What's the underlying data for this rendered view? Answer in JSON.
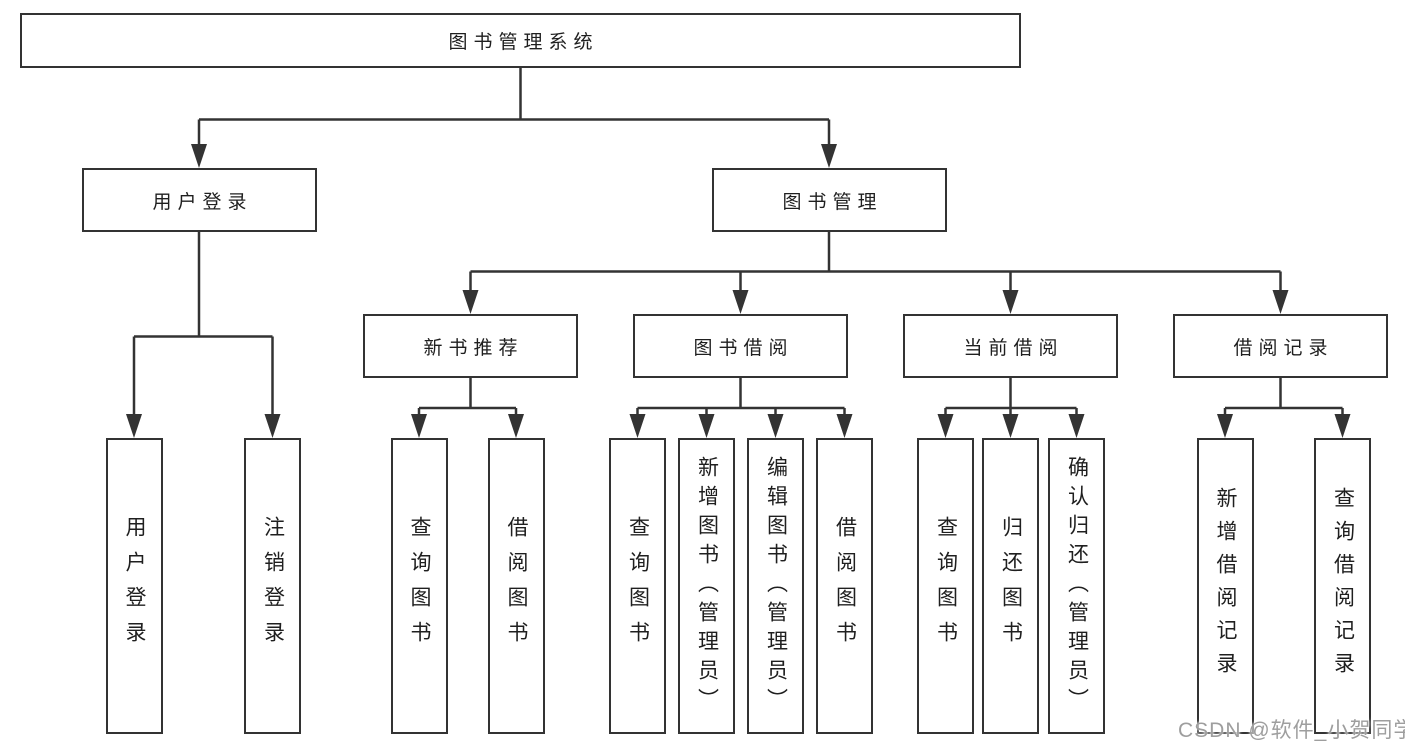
{
  "tree": {
    "label": "图书管理系统",
    "children": [
      {
        "label": "用户登录",
        "children": [
          {
            "label": "用户登录"
          },
          {
            "label": "注销登录"
          }
        ]
      },
      {
        "label": "图书管理",
        "children": [
          {
            "label": "新书推荐",
            "children": [
              {
                "label": "查询图书"
              },
              {
                "label": "借阅图书"
              }
            ]
          },
          {
            "label": "图书借阅",
            "children": [
              {
                "label": "查询图书"
              },
              {
                "label": "新增图书（管理员）"
              },
              {
                "label": "编辑图书（管理员）"
              },
              {
                "label": "借阅图书"
              }
            ]
          },
          {
            "label": "当前借阅",
            "children": [
              {
                "label": "查询图书"
              },
              {
                "label": "归还图书"
              },
              {
                "label": "确认归还（管理员）"
              }
            ]
          },
          {
            "label": "借阅记录",
            "children": [
              {
                "label": "新增借阅记录"
              },
              {
                "label": "查询借阅记录"
              }
            ]
          }
        ]
      }
    ]
  },
  "watermark": "CSDN @软件_小贺同学",
  "colors": {
    "line": "#333333",
    "text": "#1f1f1f",
    "watermark": "#9e9e9e",
    "background": "#ffffff"
  }
}
